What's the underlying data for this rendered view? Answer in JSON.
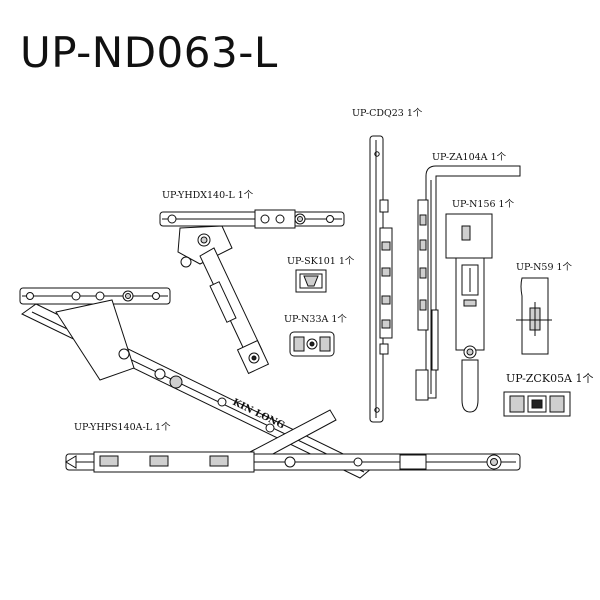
{
  "title": "UP-ND063-L",
  "parts": {
    "cdq23": "UP-CDQ23 1个",
    "za104a": "UP-ZA104A 1个",
    "yhdx140": "UP-YHDX140-L 1个",
    "n156": "UP-N156 1个",
    "sk101": "UP-SK101 1个",
    "n59": "UP-N59 1个",
    "n33a": "UP-N33A 1个",
    "zck05a": "UP-ZCK05A 1个",
    "yhps140": "UP-YHPS140A-L 1个"
  },
  "brand_text": "KIN LONG"
}
